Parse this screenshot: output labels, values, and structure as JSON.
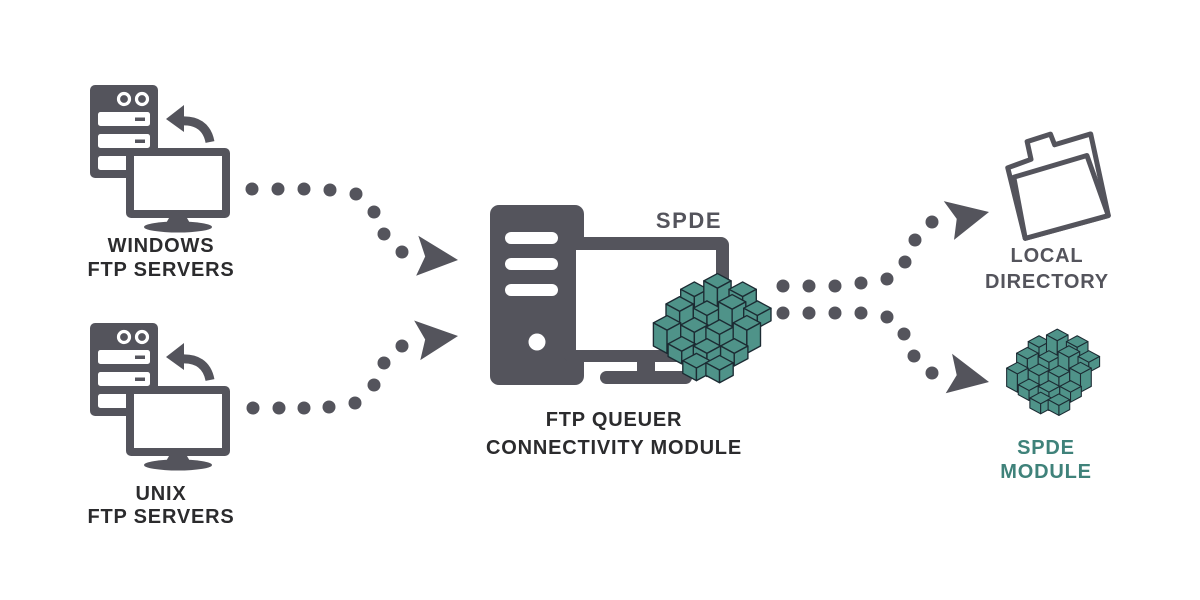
{
  "colors": {
    "icon_gray": "#54545C",
    "label_dark": "#2B2B2D",
    "label_gray": "#54545C",
    "teal": "#4F9389",
    "teal_text": "#3F827A",
    "cube_outline": "#1C2B33",
    "background": "#FFFFFF"
  },
  "nodes": {
    "windows": {
      "line1": "WINDOWS",
      "line2": "FTP SERVERS"
    },
    "unix": {
      "line1": "UNIX",
      "line2": "FTP SERVERS"
    },
    "queuer": {
      "badge": "SPDE",
      "line1": "FTP QUEUER",
      "line2": "CONNECTIVITY MODULE"
    },
    "local_directory": {
      "line1": "LOCAL",
      "line2": "DIRECTORY"
    },
    "spde_module": {
      "line1": "SPDE",
      "line2": "MODULE"
    }
  },
  "icons": {
    "windows_ftp_servers": "server-tower-with-monitor-and-return-arrow",
    "unix_ftp_servers": "server-tower-with-monitor-and-return-arrow",
    "ftp_queuer": "desktop-tower-with-monitor",
    "spde_engine": "isometric-teal-cube-cluster",
    "local_directory": "open-folder",
    "spde_module": "isometric-teal-cube-cluster"
  },
  "flows": [
    {
      "from": "windows_ftp_servers",
      "to": "ftp_queuer",
      "style": "dotted-arrow"
    },
    {
      "from": "unix_ftp_servers",
      "to": "ftp_queuer",
      "style": "dotted-arrow"
    },
    {
      "from": "ftp_queuer",
      "to": "local_directory",
      "style": "dotted-arrow"
    },
    {
      "from": "ftp_queuer",
      "to": "spde_module",
      "style": "dotted-arrow"
    }
  ]
}
